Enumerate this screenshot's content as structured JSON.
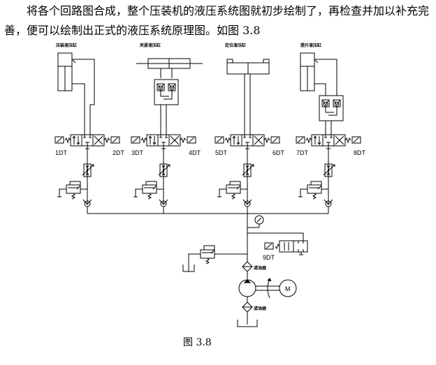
{
  "paragraph": "将各个回路图合成，整个压装机的液压系统图就初步绘制了，再检查并加以补充完善，便可以绘制出正式的液压系统原理图。如图 3.8",
  "figure": {
    "caption": "图 3.8",
    "cylinders": [
      "压装液压缸",
      "夹紧液压缸",
      "定位液压缸",
      "提升液压缸"
    ],
    "solenoids": [
      [
        "1DT",
        "2DT"
      ],
      [
        "3DT",
        "4DT"
      ],
      [
        "5DT",
        "6DT"
      ],
      [
        "7DT",
        "8DT"
      ]
    ],
    "unload_solenoid": "9DT",
    "motor_label": "M",
    "filter_labels": [
      "滤油器",
      "滤油器"
    ]
  }
}
